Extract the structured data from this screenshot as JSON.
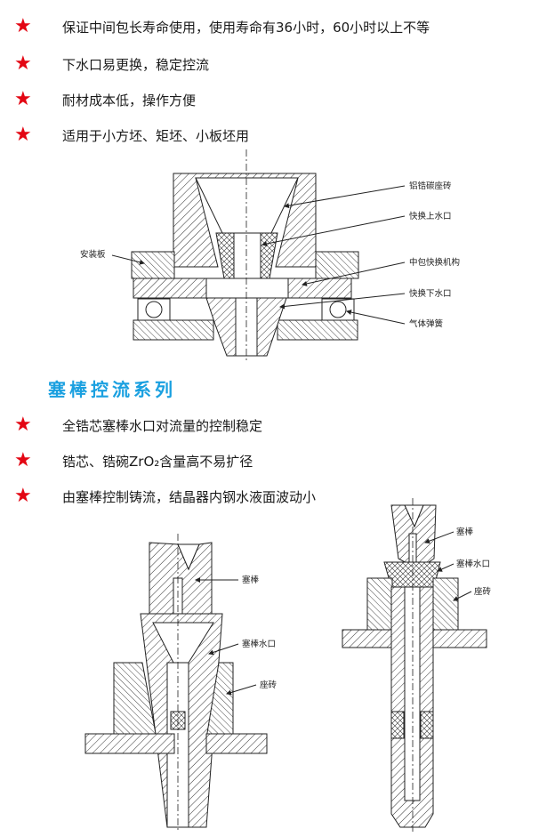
{
  "features_top": [
    {
      "icon": "star-icon",
      "text": "保证中间包长寿命使用，使用寿命有36小时，60小时以上不等"
    },
    {
      "icon": "star-icon",
      "text": "下水口易更换，稳定控流"
    },
    {
      "icon": "star-icon",
      "text": "耐材成本低，操作方便"
    },
    {
      "icon": "star-icon",
      "text": "适用于小方坯、矩坯、小板坯用"
    }
  ],
  "diagram1": {
    "labels": {
      "left": "安装板",
      "zirconium_seat": "铝锆碳座砖",
      "upper_nozzle": "快换上水口",
      "mechanism": "中包快换机构",
      "lower_nozzle": "快换下水口",
      "spring": "气体弹簧"
    }
  },
  "section_title": "塞棒控流系列",
  "features_bottom": [
    {
      "icon": "star-icon",
      "text": "全锆芯塞棒水口对流量的控制稳定"
    },
    {
      "icon": "star-icon",
      "text": "锆芯、锆碗ZrO₂含量高不易扩径"
    },
    {
      "icon": "star-icon",
      "text": "由塞棒控制铸流，结晶器内钢水液面波动小"
    }
  ],
  "diagram2": {
    "labels": {
      "stopper": "塞棒",
      "nozzle": "塞棒水口",
      "seat": "座砖"
    }
  },
  "diagram3": {
    "labels": {
      "stopper": "塞棒",
      "nozzle": "塞棒水口",
      "seat": "座砖"
    }
  },
  "colors": {
    "star": "#e30613",
    "heading": "#1aa0e0"
  }
}
